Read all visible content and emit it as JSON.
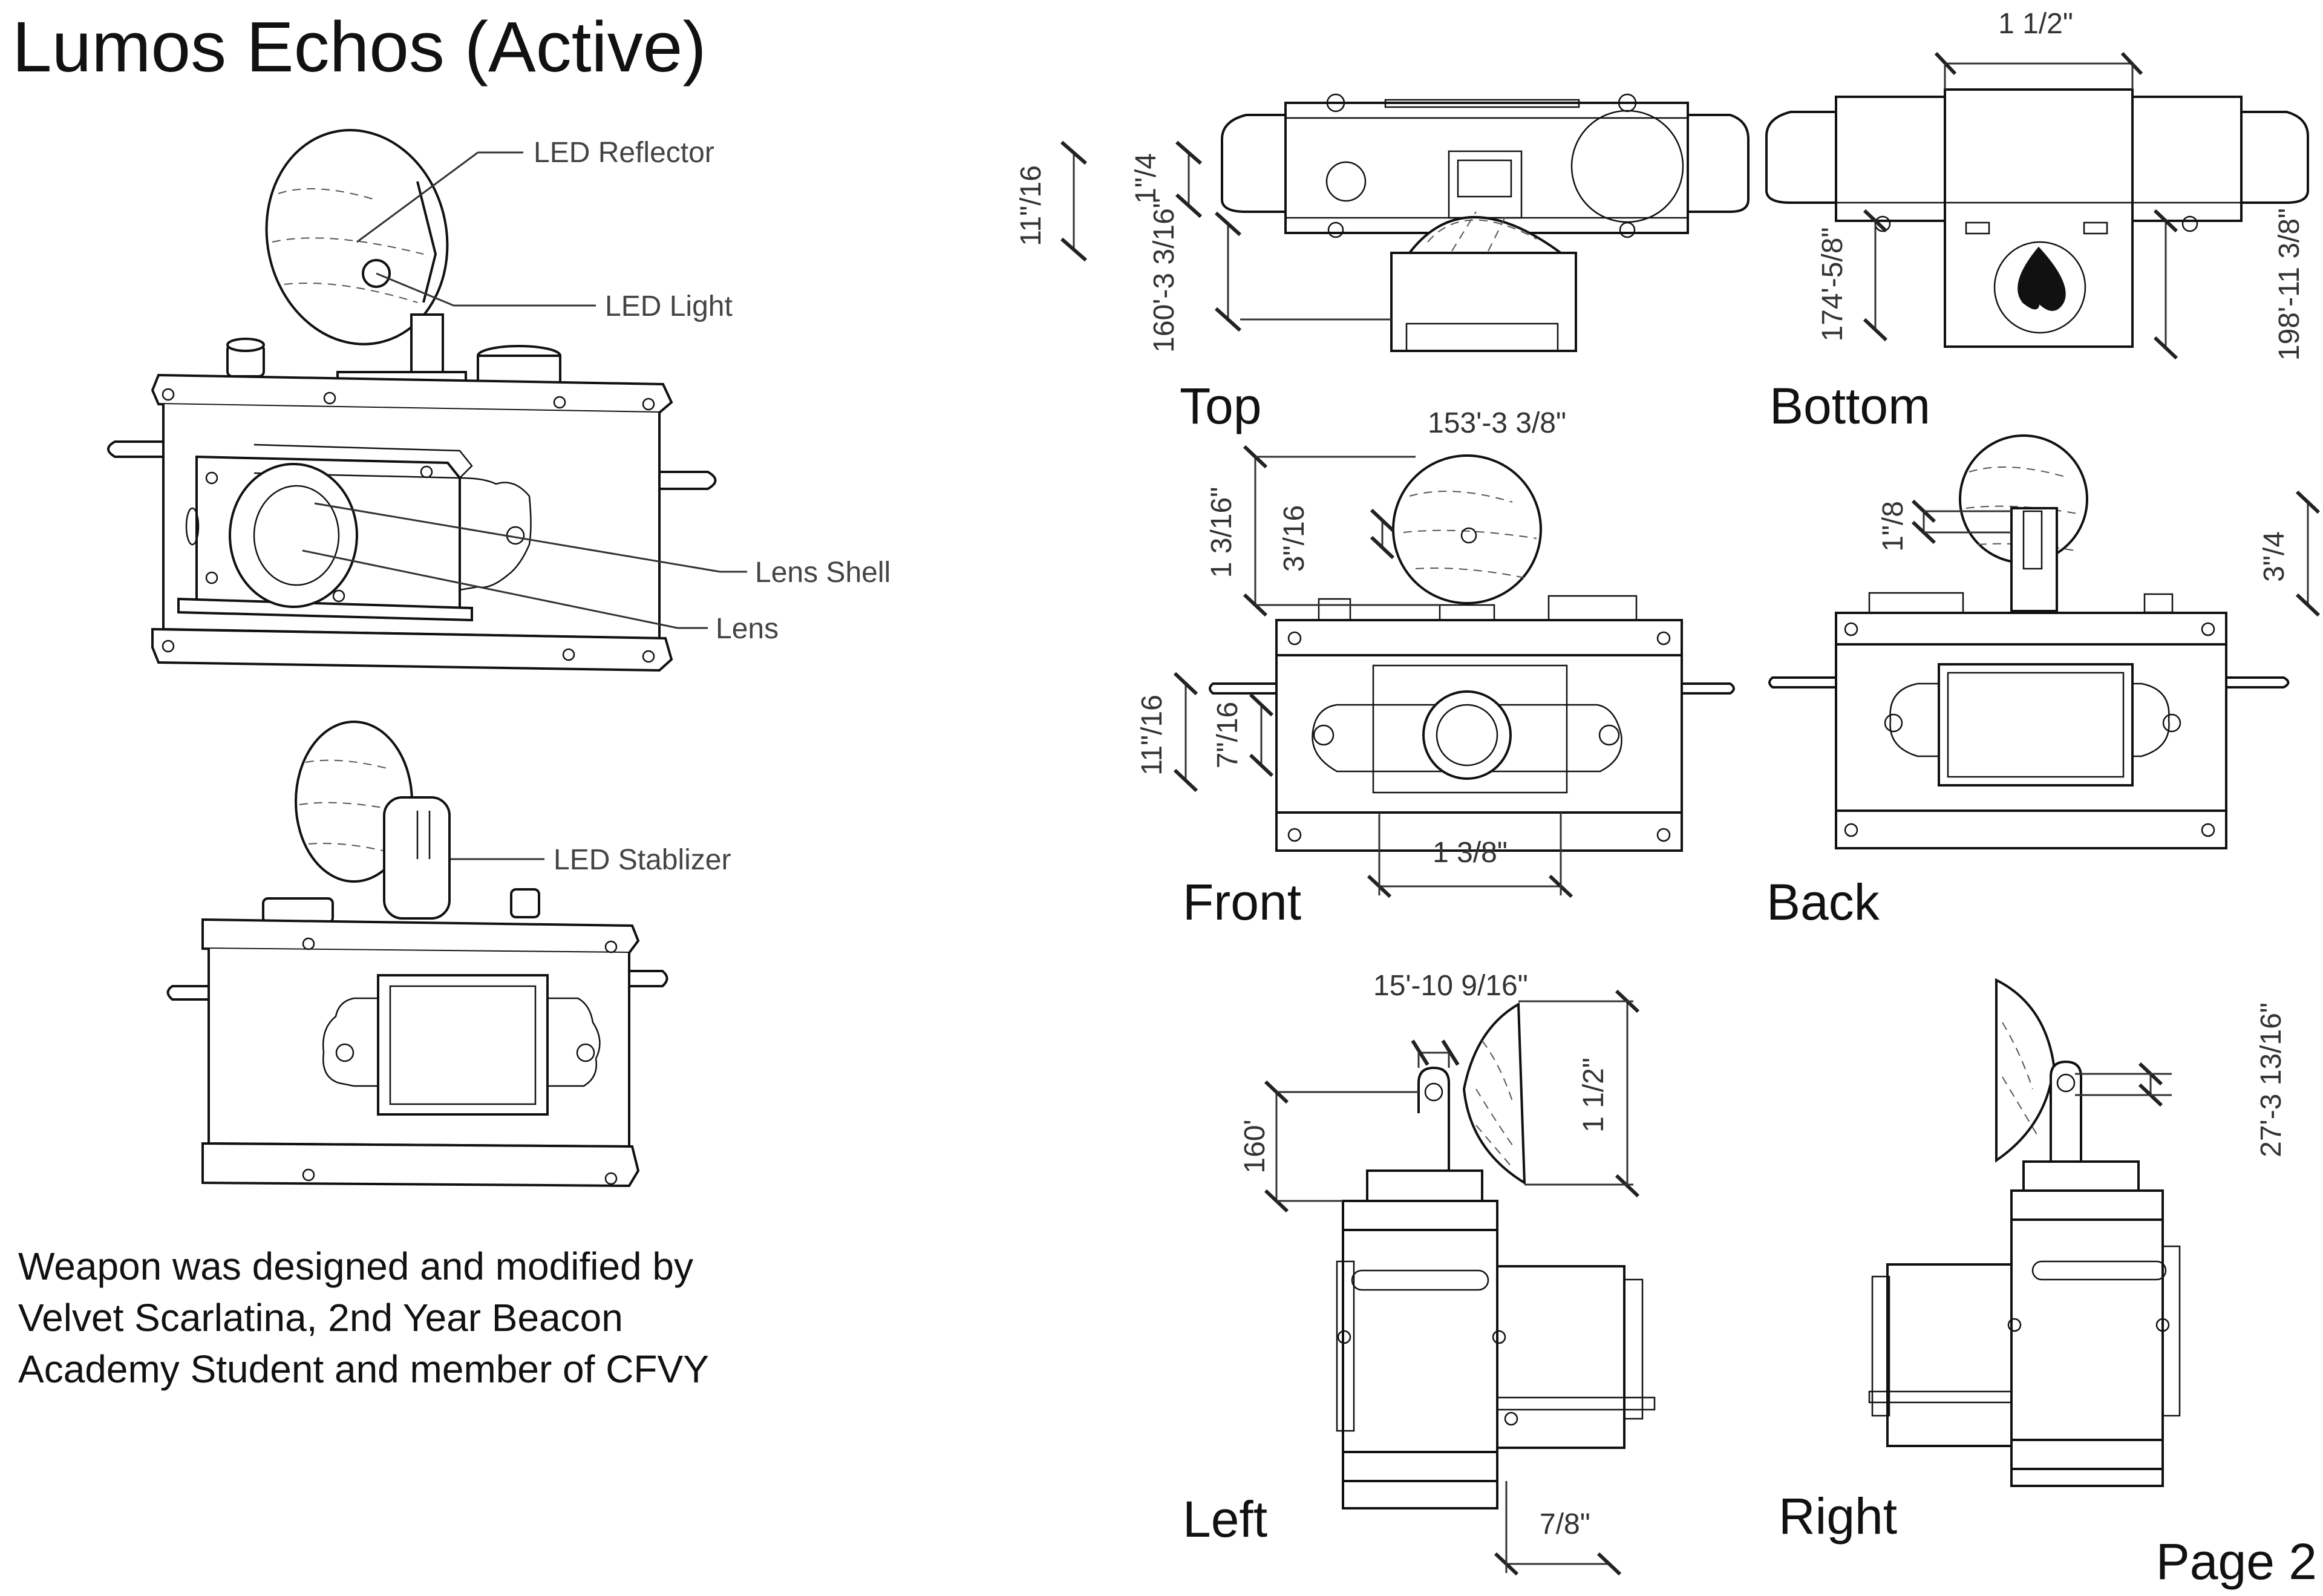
{
  "title": "Lumos Echos (Active)",
  "page_label": "Page 2",
  "callouts": {
    "led_reflector": "LED Reflector",
    "led_light": "LED Light",
    "lens_shell": "Lens Shell",
    "lens": "Lens",
    "led_stabilizer": "LED Stablizer"
  },
  "views": {
    "top": "Top",
    "bottom": "Bottom",
    "front": "Front",
    "back": "Back",
    "left": "Left",
    "right": "Right"
  },
  "dimensions": {
    "top_a": "11\"/16",
    "top_b": "1\"/4",
    "top_c": "160'-3 3/16\"",
    "bottom_width": "1 1/2\"",
    "bottom_a": "174'-5/8\"",
    "bottom_b": "198'-11 3/8\"",
    "front_width": "153'-3 3/8\"",
    "front_a": "1 3/16\"",
    "front_b": "3\"/16",
    "front_c": "11\"/16",
    "front_d": "7\"/16",
    "front_e": "1 3/8\"",
    "back_a": "1\"/8",
    "back_b": "3\"/4",
    "left_top": "15'-10 9/16\"",
    "left_a": "160'",
    "left_b": "1 1/2\"",
    "left_c": "7/8\"",
    "right_a": "27'-3 13/16\""
  },
  "credit": {
    "line1": "Weapon was designed and modified by",
    "line2": "Velvet Scarlatina, 2nd Year Beacon",
    "line3": "Academy Student and member of CFVY"
  }
}
